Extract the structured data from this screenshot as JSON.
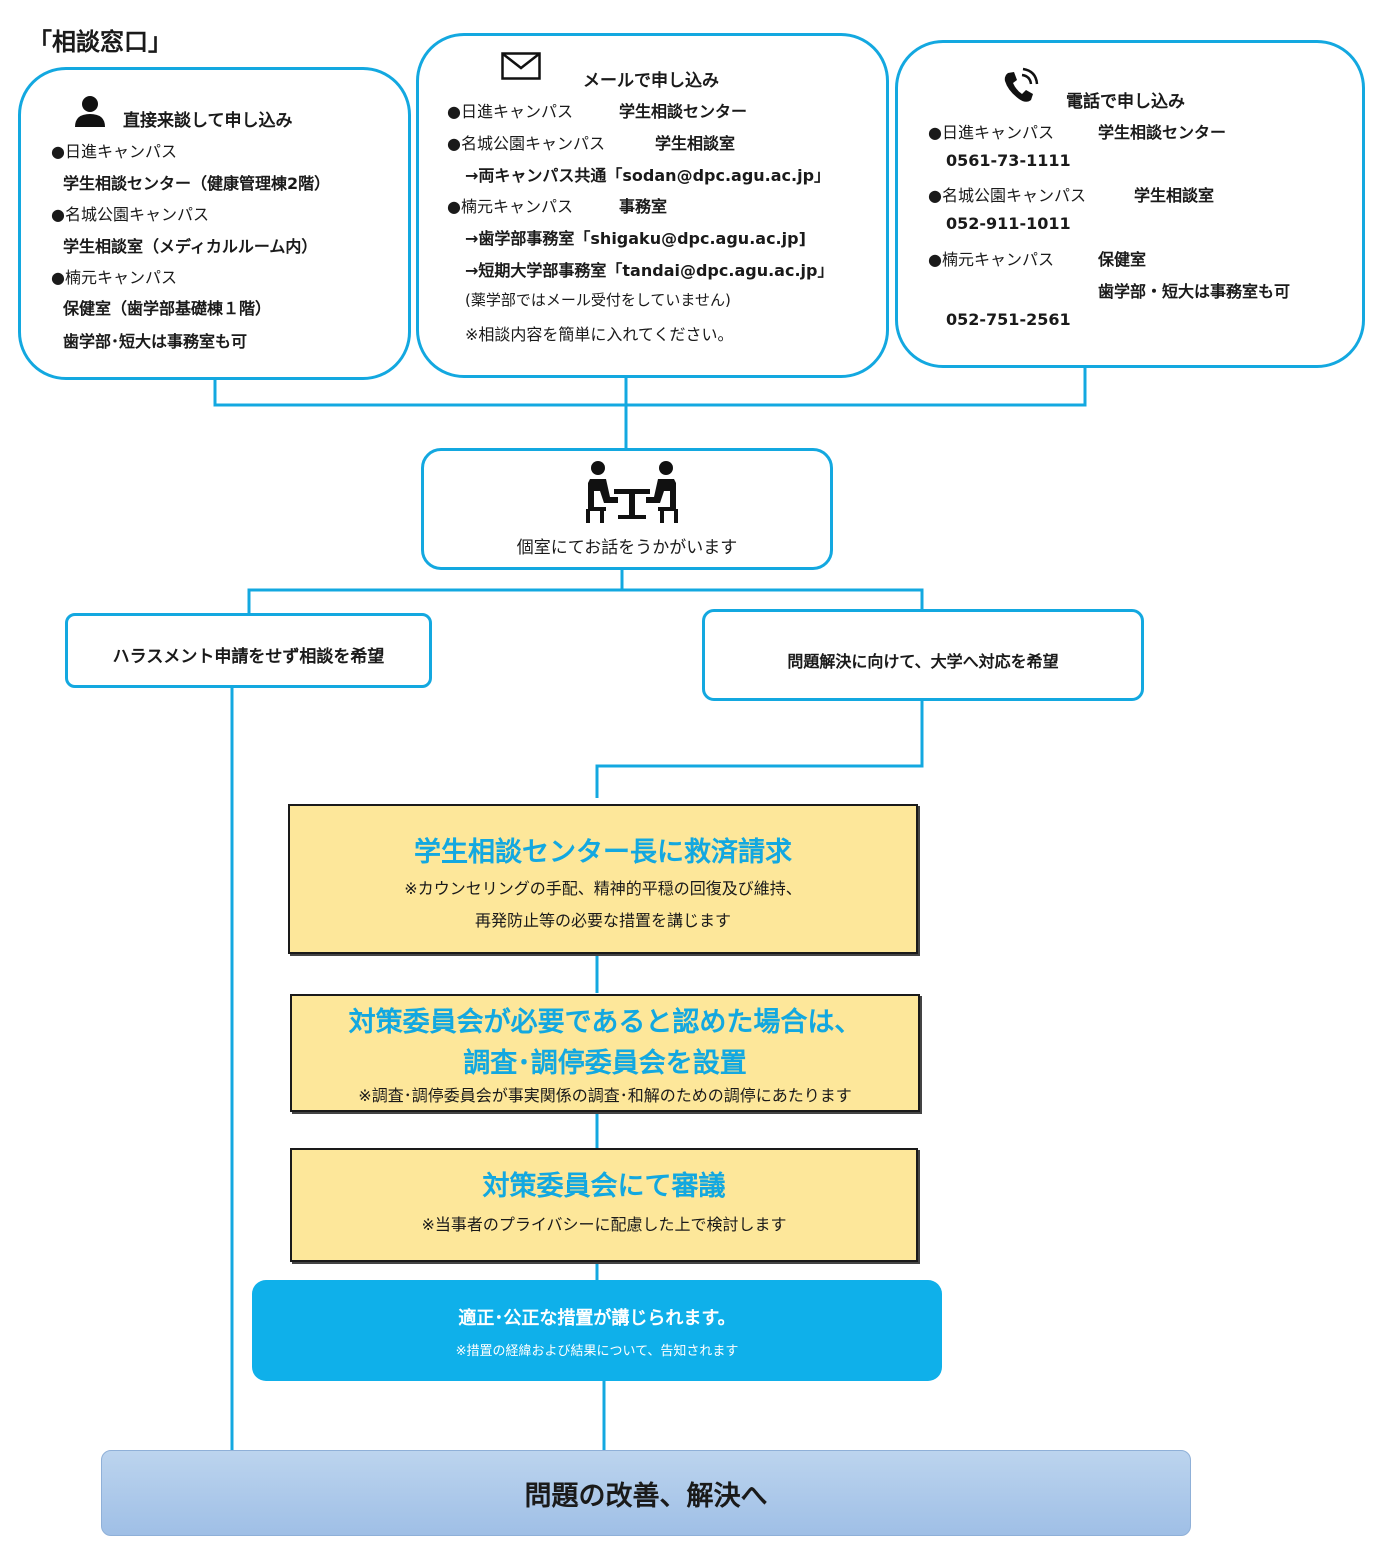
{
  "title": "「相談窓口」",
  "walkin": {
    "header": "直接来談して申し込み",
    "lines": [
      "●日進キャンパス",
      "学生相談センター（健康管理棟2階）",
      "●名城公園キャンパス",
      "学生相談室（メディカルルーム内）",
      "●楠元キャンパス",
      "保健室（歯学部基礎棟１階）",
      "歯学部･短大は事務室も可"
    ]
  },
  "email": {
    "header": "メールで申し込み",
    "l1a": "●日進キャンパス",
    "l1b": "学生相談センター",
    "l2a": "●名城公園キャンパス",
    "l2b": "学生相談室",
    "l3": "→両キャンパス共通「sodan@dpc.agu.ac.jp」",
    "l4a": "●楠元キャンパス",
    "l4b": "事務室",
    "l5": "→歯学部事務室「shigaku@dpc.agu.ac.jp]",
    "l6": "→短期大学部事務室「tandai@dpc.agu.ac.jp」",
    "l7": "(薬学部ではメール受付をしていません)",
    "l8": "※相談内容を簡単に入れてください。"
  },
  "phone": {
    "header": "電話で申し込み",
    "l1a": "●日進キャンパス",
    "l1b": "学生相談センター",
    "l2": "0561-73-1111",
    "l3a": "●名城公園キャンパス",
    "l3b": "学生相談室",
    "l4": "052-911-1011",
    "l5a": "●楠元キャンパス",
    "l5b": "保健室",
    "l6": "歯学部・短大は事務室も可",
    "l7": "052-751-2561"
  },
  "meeting": {
    "text": "個室にてお話をうかがいます"
  },
  "branch_left": "ハラスメント申請をせず相談を希望",
  "branch_right": "問題解決に向けて、大学へ対応を希望",
  "step1": {
    "title": "学生相談センター長に救済請求",
    "note1": "※カウンセリングの手配、精神的平穏の回復及び維持、",
    "note2": "再発防止等の必要な措置を講じます"
  },
  "step2": {
    "title1": "対策委員会が必要であると認めた場合は、",
    "title2": "調査･調停委員会を設置",
    "note": "※調査･調停委員会が事実関係の調査･和解のための調停にあたります"
  },
  "step3": {
    "title": "対策委員会にて審議",
    "note": "※当事者のプライバシーに配慮した上で検討します"
  },
  "step4": {
    "title": "適正･公正な措置が講じられます。",
    "note": "※措置の経緯および結果について、告知されます"
  },
  "final": "問題の改善、解決へ",
  "colors": {
    "accent": "#13a8e0",
    "yellow": "#fde79a",
    "blue_box": "#0fb0ea",
    "final_box": "#a8c6ea"
  }
}
